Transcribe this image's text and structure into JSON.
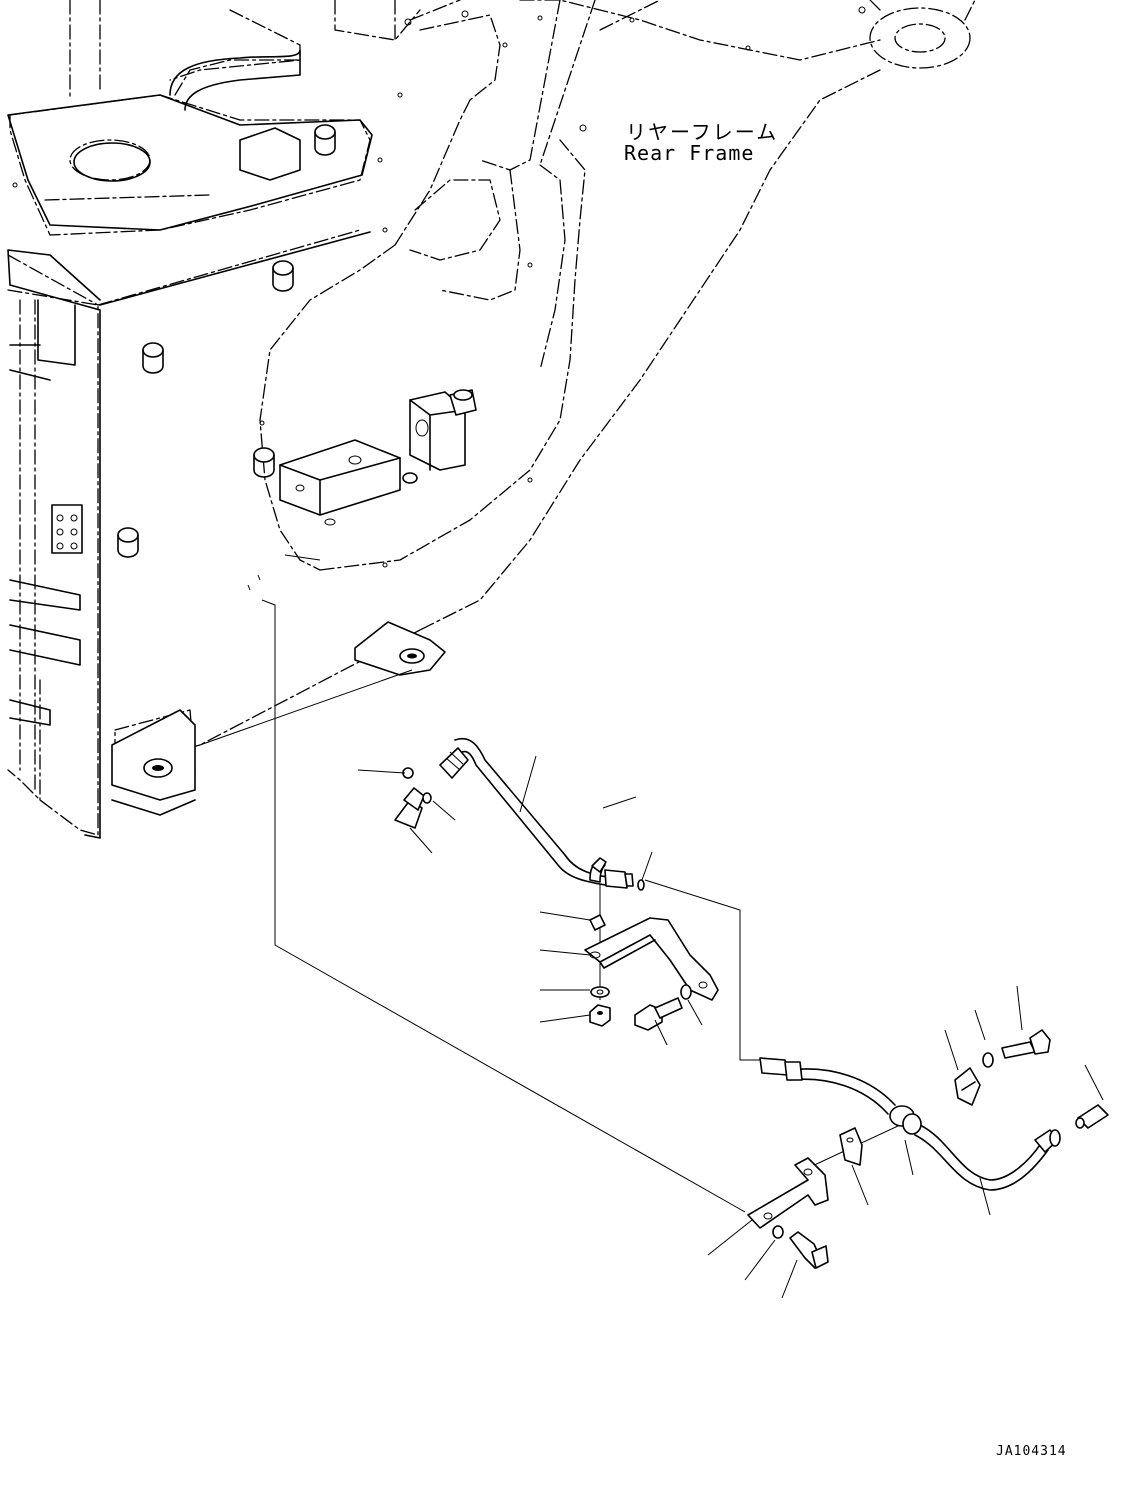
{
  "frame_label": {
    "japanese": "リヤーフレーム",
    "english": "Rear Frame"
  },
  "drawing_id": "JA104314"
}
